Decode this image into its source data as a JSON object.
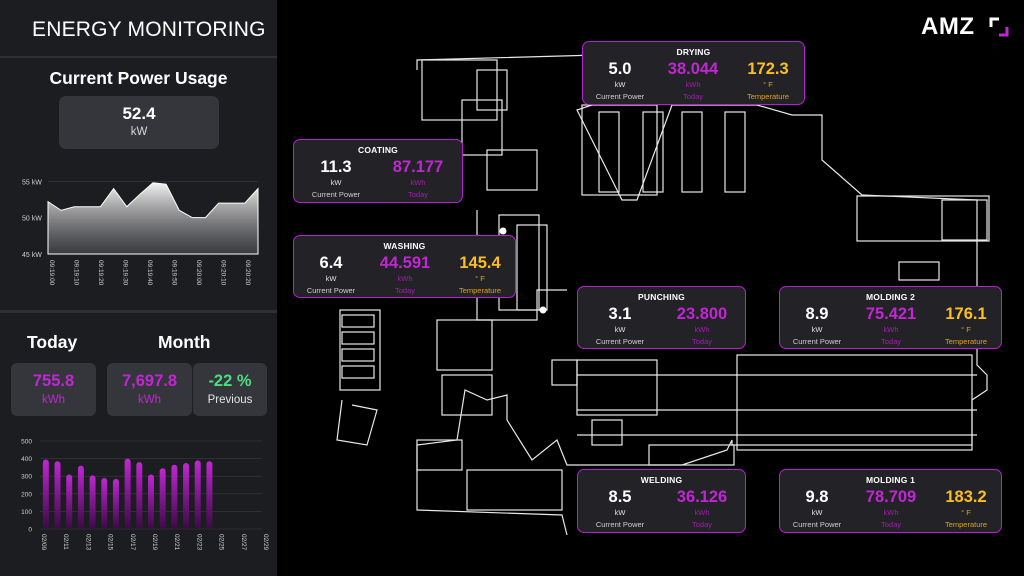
{
  "header": {
    "title": "ENERGY MONITORING"
  },
  "logo": {
    "text": "AMZ"
  },
  "power": {
    "title": "Current Power Usage",
    "value": "52.4",
    "unit": "kW"
  },
  "power_chart": {
    "chart_data": {
      "type": "area",
      "x": [
        "09:19:00",
        "09:19:10",
        "09:19:20",
        "09:19:30",
        "09:19:40",
        "09:19:50",
        "09:20:00",
        "09:20:10",
        "09:20:20"
      ],
      "values": [
        52.2,
        51.0,
        51.5,
        51.5,
        51.5,
        54.0,
        51.5,
        53.2,
        54.8,
        54.6,
        51.0,
        50.0,
        50.0,
        52.0,
        52.0,
        52.0,
        54.0
      ],
      "y_ticks": [
        "55 kW",
        "50 kW",
        "45 kW"
      ],
      "ylim": [
        45,
        56
      ]
    }
  },
  "today": {
    "label": "Today",
    "value": "755.8",
    "unit": "kWh"
  },
  "month": {
    "label": "Month",
    "value": "7,697.8",
    "unit": "kWh",
    "change": "-22 %",
    "change_label": "Previous"
  },
  "daily_chart": {
    "chart_data": {
      "type": "bar",
      "categories": [
        "02/09",
        "02/10",
        "02/11",
        "02/12",
        "02/13",
        "02/14",
        "02/15",
        "02/16",
        "02/17",
        "02/18",
        "02/19",
        "02/20",
        "02/21",
        "02/22",
        "02/23",
        "02/24",
        "02/25",
        "02/26",
        "02/27"
      ],
      "x_tick_labels": [
        "02/09",
        "02/11",
        "02/13",
        "02/15",
        "02/17",
        "02/19",
        "02/21",
        "02/23",
        "02/25",
        "02/27",
        "02/29"
      ],
      "values": [
        395,
        385,
        310,
        360,
        305,
        290,
        285,
        400,
        380,
        310,
        345,
        365,
        375,
        390,
        385,
        0,
        0,
        0,
        0
      ],
      "y_ticks": [
        "500",
        "400",
        "300",
        "200",
        "100",
        "0"
      ],
      "ylim": [
        0,
        500
      ],
      "bar_color": "#c026d3"
    }
  },
  "machines": [
    {
      "name": "DRYING",
      "power": "5.0",
      "power_unit": "kW",
      "power_label": "Current Power",
      "energy": "38.044",
      "energy_unit": "kWh",
      "energy_label": "Today",
      "temp": "172.3",
      "temp_unit": "° F",
      "temp_label": "Temperature"
    },
    {
      "name": "COATING",
      "power": "11.3",
      "power_unit": "kW",
      "power_label": "Current Power",
      "energy": "87.177",
      "energy_unit": "kWh",
      "energy_label": "Today"
    },
    {
      "name": "WASHING",
      "power": "6.4",
      "power_unit": "kW",
      "power_label": "Current Power",
      "energy": "44.591",
      "energy_unit": "kWh",
      "energy_label": "Today",
      "temp": "145.4",
      "temp_unit": "° F",
      "temp_label": "Temperature"
    },
    {
      "name": "PUNCHING",
      "power": "3.1",
      "power_unit": "kW",
      "power_label": "Current Power",
      "energy": "23.800",
      "energy_unit": "kWh",
      "energy_label": "Today"
    },
    {
      "name": "MOLDING 2",
      "power": "8.9",
      "power_unit": "kW",
      "power_label": "Current Power",
      "energy": "75.421",
      "energy_unit": "kWh",
      "energy_label": "Today",
      "temp": "176.1",
      "temp_unit": "° F",
      "temp_label": "Temperature"
    },
    {
      "name": "WELDING",
      "power": "8.5",
      "power_unit": "kW",
      "power_label": "Current Power",
      "energy": "36.126",
      "energy_unit": "kWh",
      "energy_label": "Today"
    },
    {
      "name": "MOLDING 1",
      "power": "9.8",
      "power_unit": "kW",
      "power_label": "Current Power",
      "energy": "78.709",
      "energy_unit": "kWh",
      "energy_label": "Today",
      "temp": "183.2",
      "temp_unit": "° F",
      "temp_label": "Temperature"
    }
  ],
  "colors": {
    "accent": "#c026d3",
    "temperature": "#fbbf24",
    "positive": "#4ade80",
    "panel": "#1c1d20",
    "card": "#232327"
  }
}
